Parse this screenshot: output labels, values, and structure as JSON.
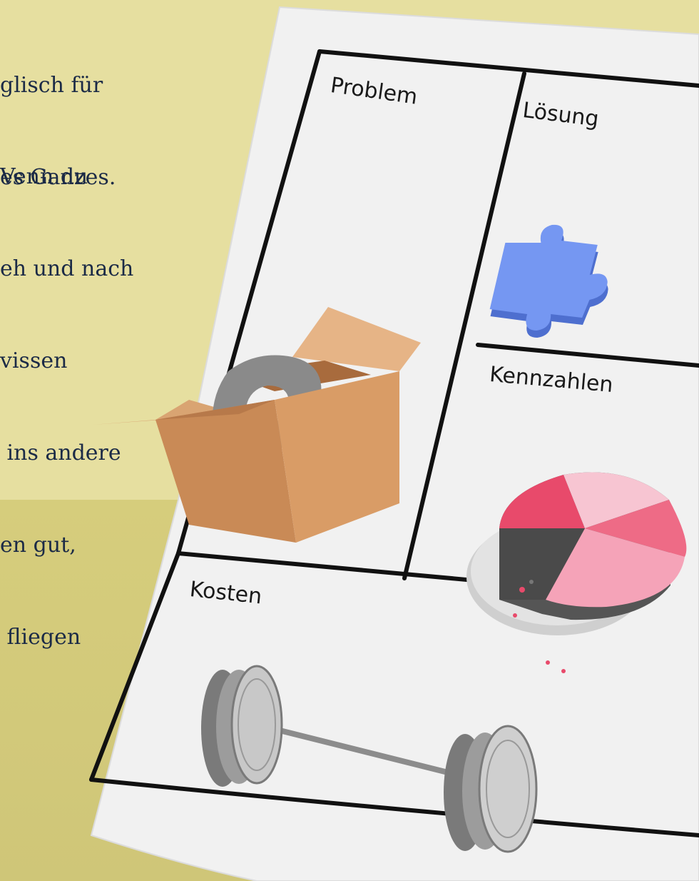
{
  "intro_text": {
    "paragraph_1": [
      "glisch für",
      "es Ganzes."
    ],
    "paragraph_2": [
      "Venn du",
      "eh und nach",
      "vissen",
      " ins andere",
      "en gut,",
      " fliegen"
    ]
  },
  "canvas_sheet": {
    "problem_label": "Problem",
    "solution_label": "Lösung",
    "metrics_label": "Kennzahlen",
    "costs_label": "Kosten"
  },
  "icons": {
    "problem": "box-with-question-mark-icon",
    "solution": "puzzle-piece-icon",
    "metrics": "pie-chart-icon",
    "costs": "coin-barbell-icon"
  },
  "colors": {
    "background": "#e6dfa0",
    "text": "#1b2a46",
    "puzzle": "#6f93f0",
    "pie_primary": "#e84a6b",
    "pie_light": "#f6b8c8",
    "box": "#c98a56"
  }
}
